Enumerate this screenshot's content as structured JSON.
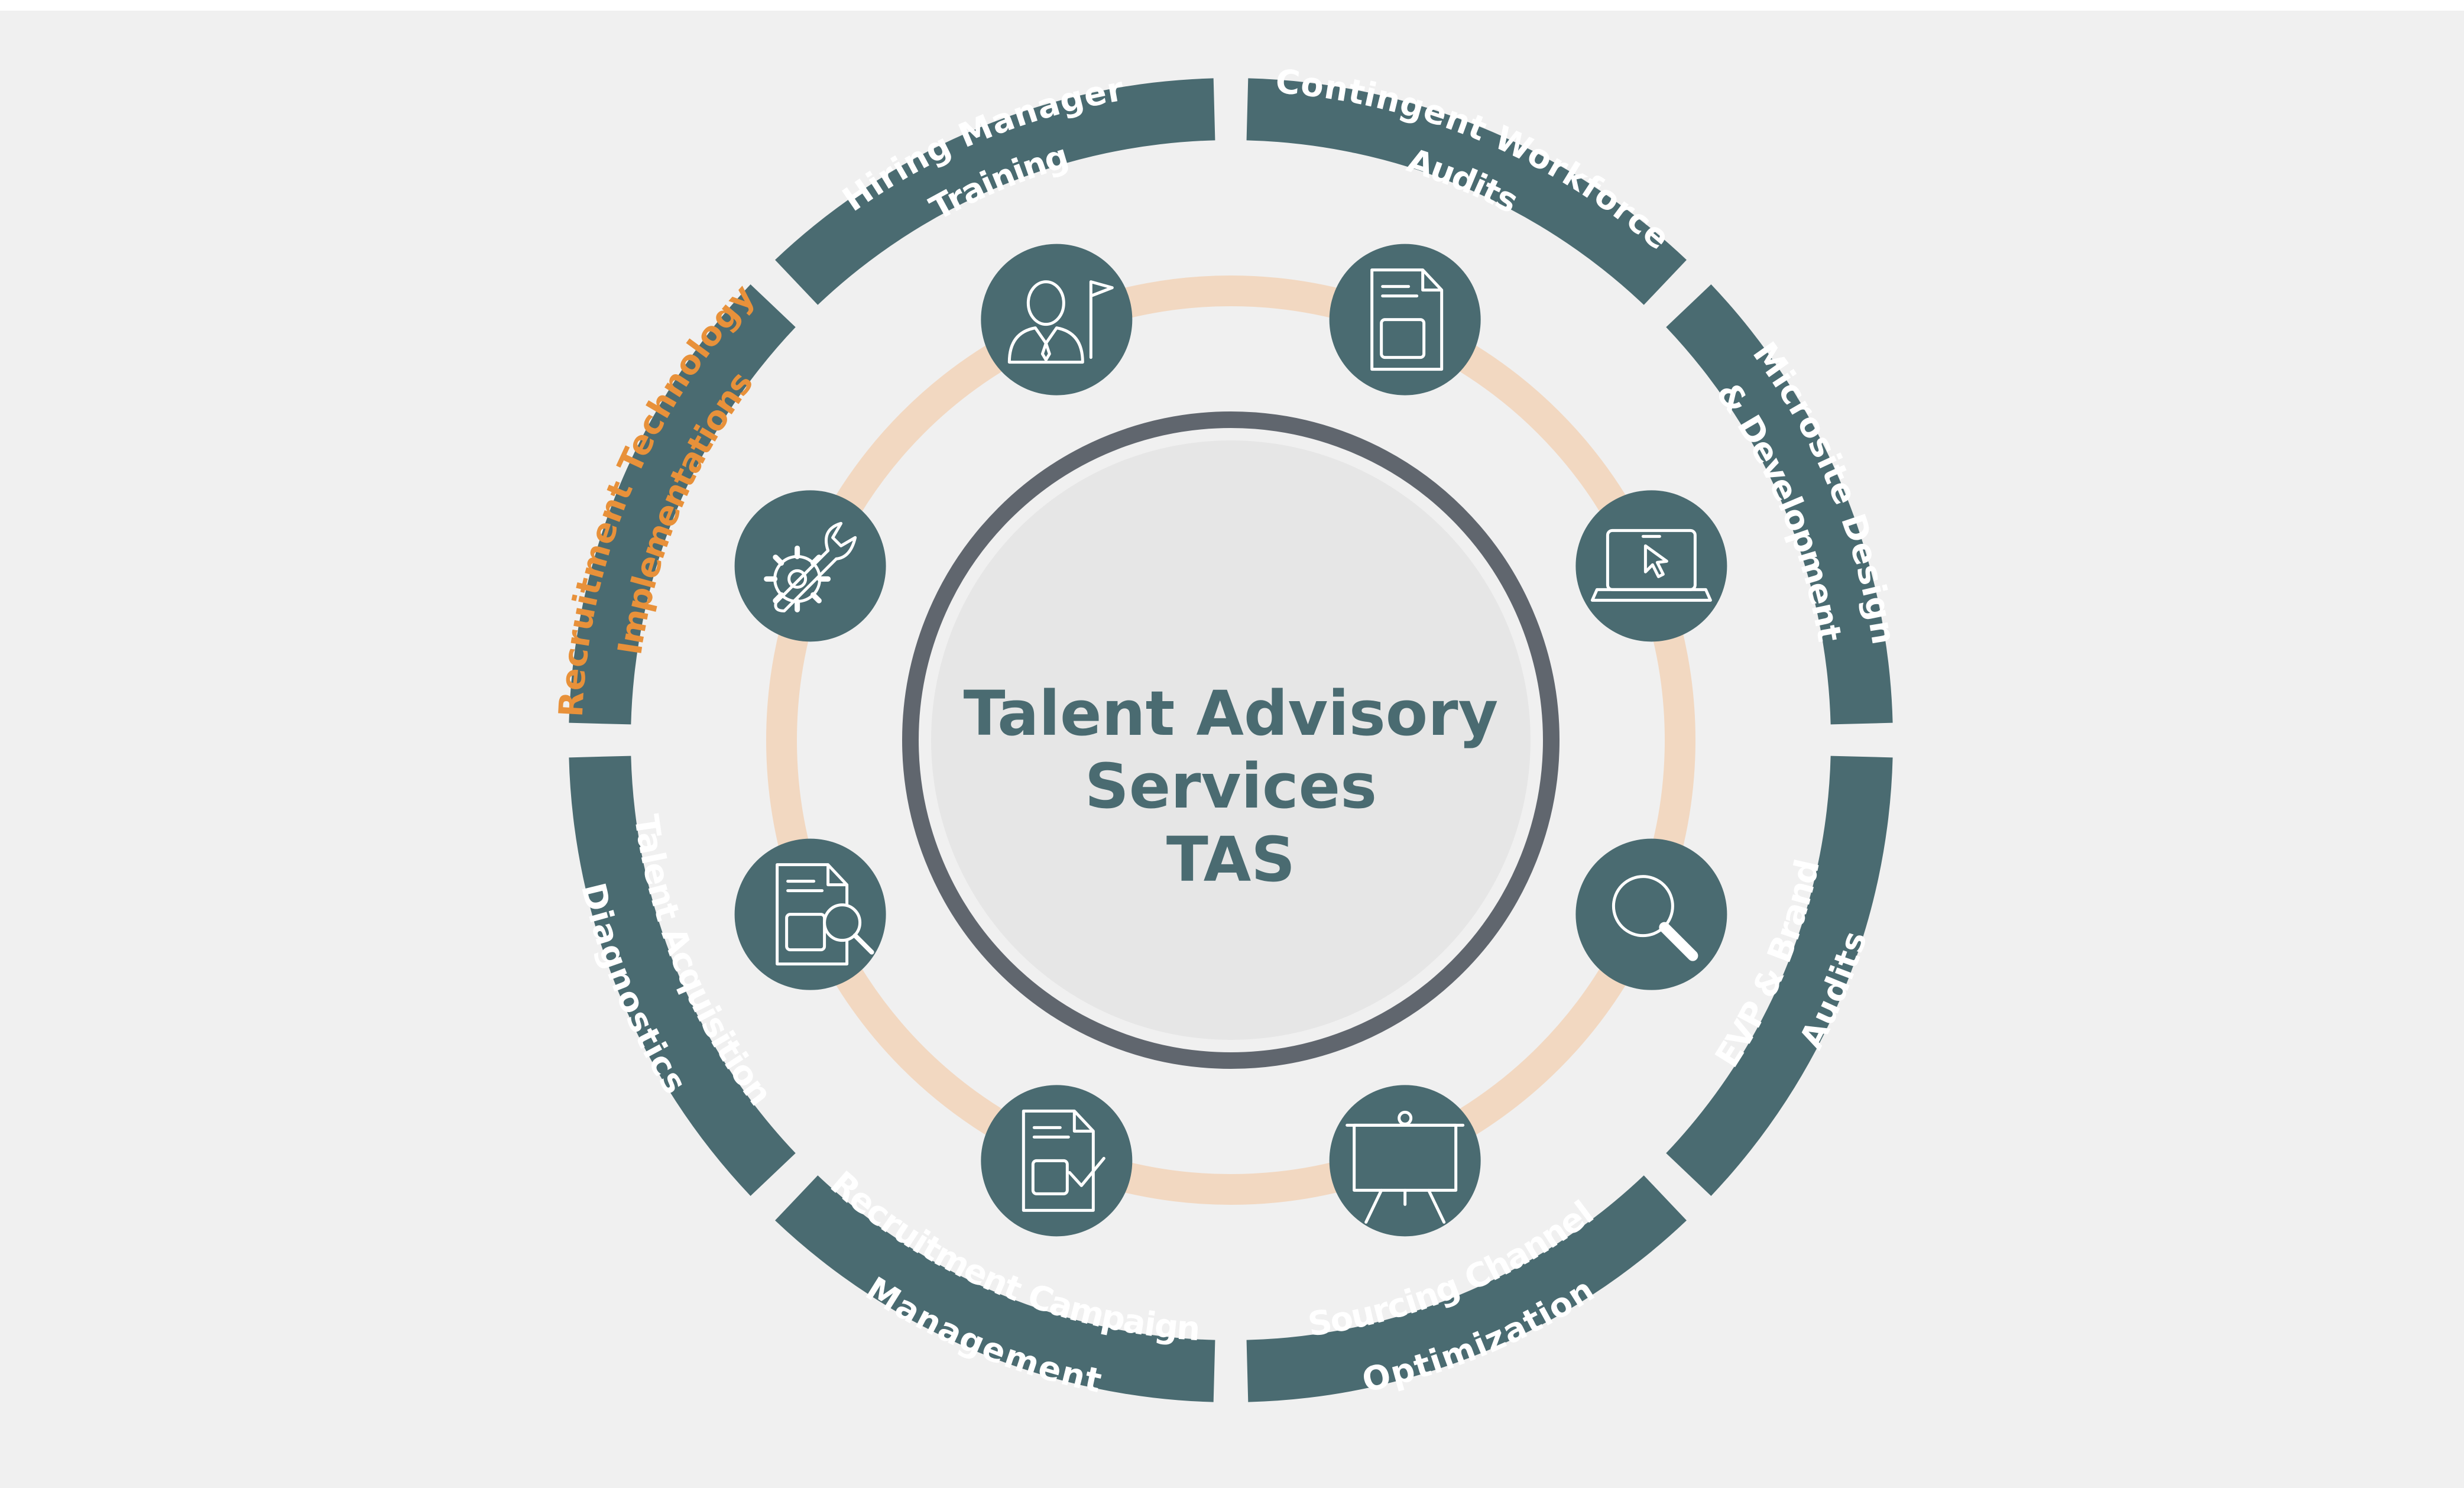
{
  "colors": {
    "page_background": "#f0f0f0",
    "frame": "#ffffff",
    "segment": "#4a6b71",
    "segment_text": "#ffffff",
    "highlight_text": "#e8913a",
    "orbit_ring": "#f2d8c1",
    "hub_ring": "#60666e",
    "hub_fill": "#e6e6e6",
    "hub_text": "#4a6b71",
    "icon_line": "#ffffff"
  },
  "center": {
    "lines": [
      "Talent Advisory",
      "Services",
      "TAS"
    ]
  },
  "services": [
    {
      "lines": [
        "Recruitment Technology",
        "Implementations"
      ],
      "highlighted": true,
      "icon": "wrench-gear-icon"
    },
    {
      "lines": [
        "Hiring Manager",
        "Training"
      ],
      "highlighted": false,
      "icon": "manager-flag-icon"
    },
    {
      "lines": [
        "Contingent Workforce",
        "Audits"
      ],
      "highlighted": false,
      "icon": "document-icon"
    },
    {
      "lines": [
        "Microsite Design",
        "& Development"
      ],
      "highlighted": false,
      "icon": "laptop-cursor-icon"
    },
    {
      "lines": [
        "EVP & Brand",
        "Audits"
      ],
      "highlighted": false,
      "icon": "magnifier-icon"
    },
    {
      "lines": [
        "Sourcing Channel",
        "Optimization"
      ],
      "highlighted": false,
      "icon": "presentation-board-icon"
    },
    {
      "lines": [
        "Recruitment Campaign",
        "Management"
      ],
      "highlighted": false,
      "icon": "document-check-icon"
    },
    {
      "lines": [
        "Talent Acquisition",
        "Diagnostics"
      ],
      "highlighted": false,
      "icon": "document-search-icon"
    }
  ]
}
